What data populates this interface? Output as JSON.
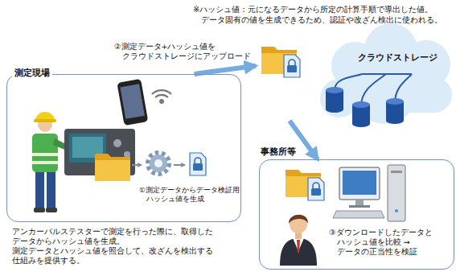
{
  "diagram": {
    "nodes": [
      {
        "text": [
          "測定現場",
          "①測定データからデータ検証用 ハッシュ値を生成"
        ]
      },
      {
        "text": [
          "クラウドストレージ"
        ]
      },
      {
        "text": [
          "事務所等",
          "③ダウンロードしたデータと ハッシュ値を比較 →データの正当性を検証"
        ]
      }
    ],
    "edges": [
      {
        "from": 0,
        "to": 1,
        "arrow": "to",
        "label": "②測定データ+ハッシュ値を クラウドストレージにアップロード"
      },
      {
        "from": 1,
        "to": 2,
        "arrow": "to"
      }
    ],
    "labels": [
      "※ハッシュ値：元になるデータから所定の計算手順で導出した値。 データ固有の値を生成できるため、認証や改ざん検出に使われる。",
      "アンカーパルステスターで測定を行った際に、取得したデータからハッシュ値を生成。",
      "測定データとハッシュ値を照合して、改ざんを検出する仕組みを提供する。"
    ]
  }
}
